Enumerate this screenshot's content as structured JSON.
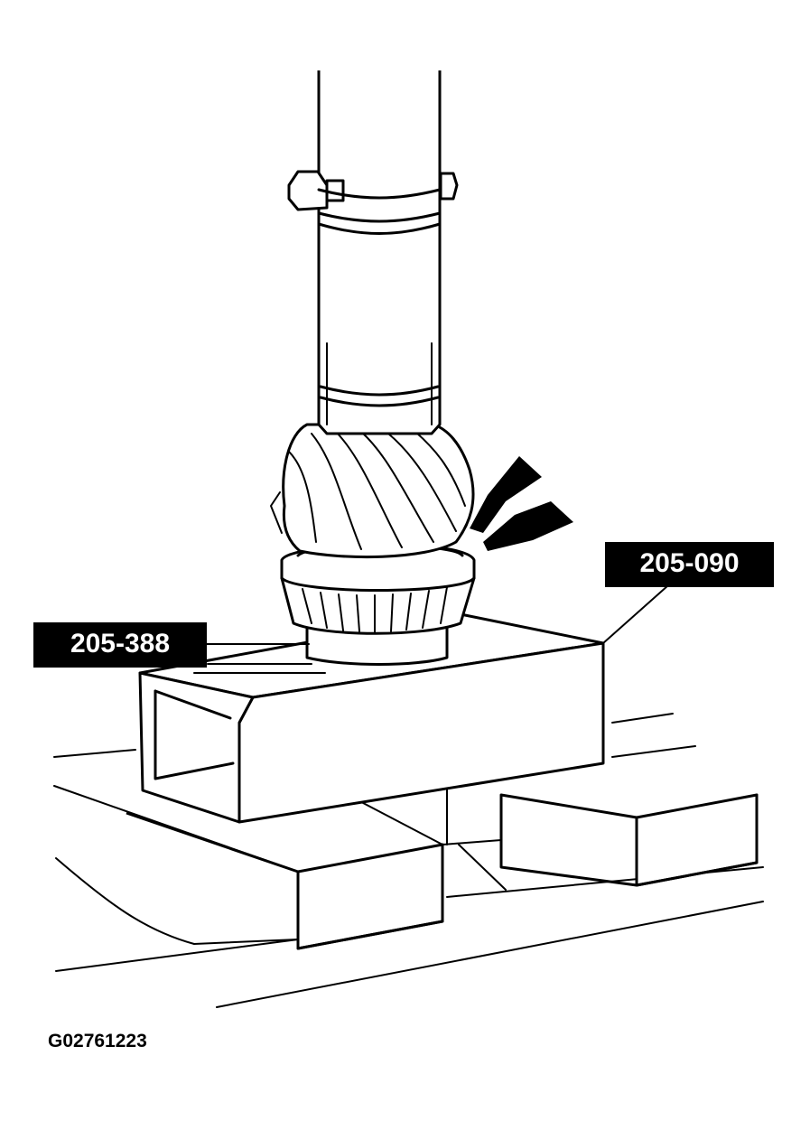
{
  "callouts": {
    "tool_1": "205-090",
    "tool_2": "205-388"
  },
  "figure_id": "G02761223",
  "colors": {
    "line": "#000000",
    "background": "#ffffff",
    "label_fill": "#000000",
    "label_text": "#ffffff"
  },
  "icons": [
    "arrow-icon",
    "arrow-icon"
  ]
}
